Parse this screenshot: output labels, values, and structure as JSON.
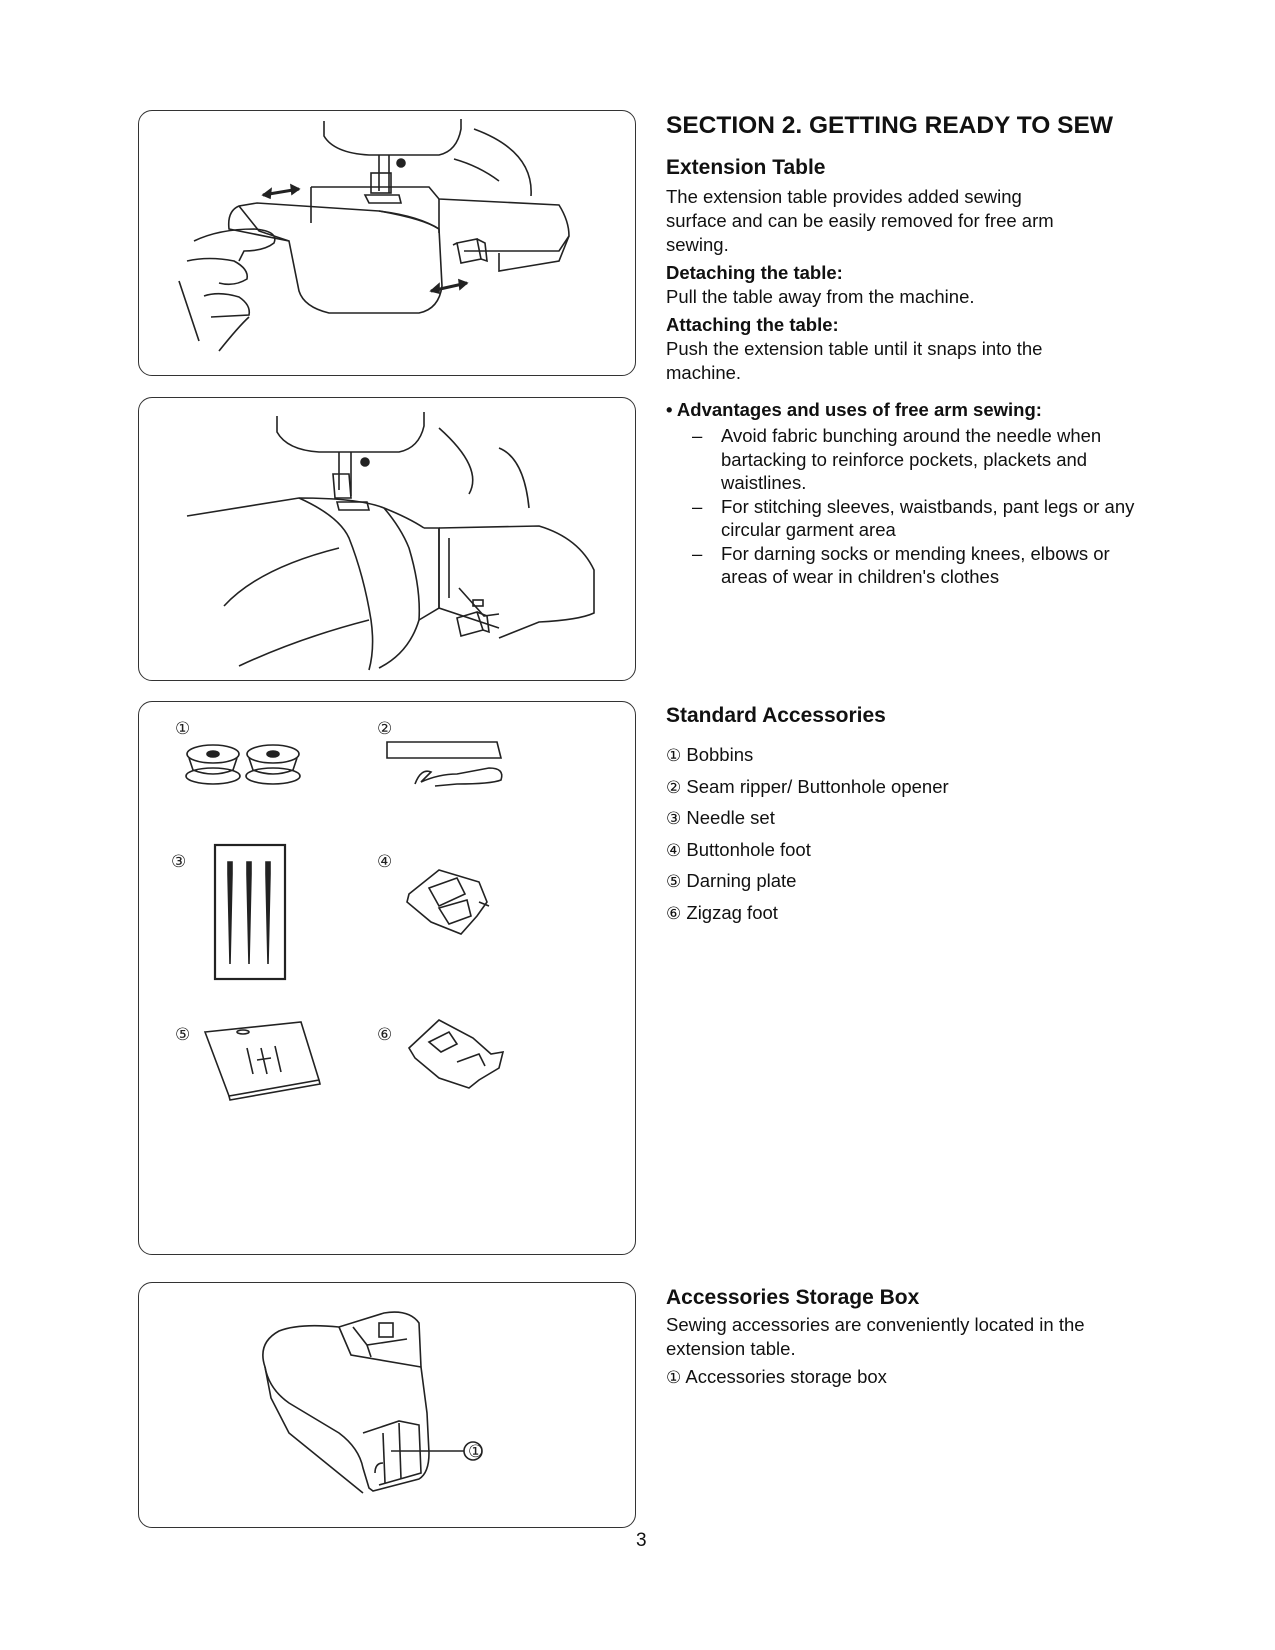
{
  "section_title": "SECTION 2. GETTING READY TO SEW",
  "extension": {
    "heading": "Extension Table",
    "intro": "The extension table provides added sewing surface and can be easily removed for free arm sewing.",
    "detach_heading": "Detaching the table:",
    "detach_text": "Pull the table away from the machine.",
    "attach_heading": "Attaching the table:",
    "attach_text": "Push the extension table until it snaps into the machine."
  },
  "free_arm": {
    "heading": "• Advantages and uses of free arm sewing:",
    "dash": "–",
    "items": [
      "Avoid fabric bunching around the needle when bartacking to reinforce pockets, plackets and waistlines.",
      "For stitching sleeves, waistbands, pant legs or any circular garment area",
      "For darning socks or mending knees, elbows or areas of wear in children's clothes"
    ]
  },
  "accessories": {
    "heading": "Standard Accessories",
    "items": [
      {
        "num": "①",
        "label": "Bobbins"
      },
      {
        "num": "②",
        "label": "Seam ripper/ Buttonhole opener"
      },
      {
        "num": "③",
        "label": "Needle set"
      },
      {
        "num": "④",
        "label": "Buttonhole foot"
      },
      {
        "num": "⑤",
        "label": "Darning plate"
      },
      {
        "num": "⑥",
        "label": "Zigzag foot"
      }
    ]
  },
  "storage": {
    "heading": "Accessories Storage Box",
    "text": "Sewing accessories are conveniently located in the extension table.",
    "item_num": "①",
    "item_label": "Accessories storage box"
  },
  "page_number": "3"
}
